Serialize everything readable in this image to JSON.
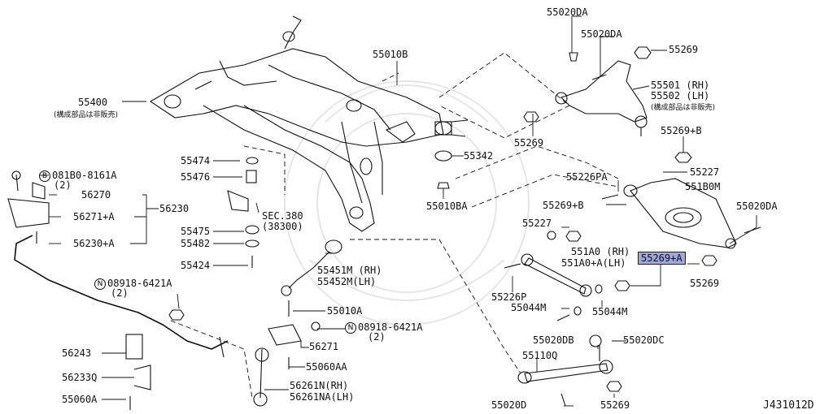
{
  "diagram_id": "J431012D",
  "notes": {
    "jp_not_sold_separately": "(構成部品は非販売)"
  },
  "callout_marks": {
    "bolt": "B",
    "nut": "N"
  },
  "labels": {
    "p55400": "55400",
    "p55010B": "55010B",
    "p55020DA_top": "55020DA",
    "p55020DA_2": "55020DA",
    "p55269_top": "55269",
    "p55501": "55501 (RH)",
    "p55502": "55502 (LH)",
    "p55269_left": "55269",
    "p55342": "55342",
    "p55010BA": "55010BA",
    "p55269B_top": "55269+B",
    "p55227_top": "55227",
    "p551B0M": "551B0M",
    "p55226PA": "55226PA",
    "p55269B_mid": "55269+B",
    "p55020DA_right": "55020DA",
    "p55227_mid": "55227",
    "p551A0": "551A0 (RH)",
    "p551A0A": "551A0+A(LH)",
    "p55269A": "55269+A",
    "p55269_r2": "55269",
    "p55226P": "55226P",
    "p55044M_1": "55044M",
    "p55044M_2": "55044M",
    "p55020DB": "55020DB",
    "p55020DC": "55020DC",
    "p55110Q": "55110Q",
    "p55020D": "55020D",
    "p55269_bot": "55269",
    "p55474": "55474",
    "p55476": "55476",
    "sec380": "SEC.380",
    "sec38300": "(38300)",
    "p55475": "55475",
    "p55482": "55482",
    "p55424": "55424",
    "p55451M": "55451M (RH)",
    "p55452M": "55452M(LH)",
    "p55010A": "55010A",
    "p08918_b": "08918-6421A",
    "p08918_b2": "(2)",
    "p56271": "56271",
    "p55060AA": "55060AA",
    "p56261N": "56261N(RH)",
    "p56261NA": "56261NA(LH)",
    "p081B0": "081B0-8161A",
    "p081B0_2": "(2)",
    "p56270": "56270",
    "p56271A": "56271+A",
    "p56230A": "56230+A",
    "p56230": "56230",
    "p08918_a": "08918-6421A",
    "p08918_a2": "(2)",
    "p56243": "56243",
    "p56233Q": "56233Q",
    "p55060A": "55060A"
  }
}
